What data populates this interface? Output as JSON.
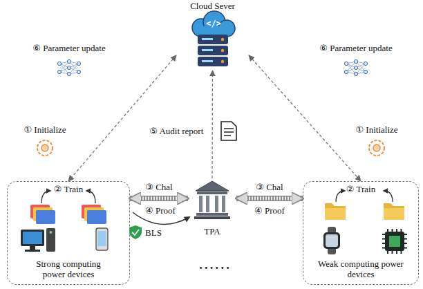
{
  "diagram": {
    "nodes": [
      {
        "text": [
          "Cloud Sever"
        ]
      },
      {
        "text": [
          "② Train",
          "Strong computing power devices"
        ]
      },
      {
        "text": [
          "TPA"
        ]
      },
      {
        "text": [
          "② Train",
          "Weak computing power devices"
        ]
      }
    ],
    "edges": [
      {
        "from": 0,
        "to": 1,
        "arrow": "both"
      },
      {
        "from": 0,
        "to": 3,
        "arrow": "both"
      },
      {
        "from": 2,
        "to": 0,
        "arrow": "to",
        "label": "⑤ Audit report"
      },
      {
        "from": 1,
        "to": 2,
        "arrow": "both",
        "label": "③ Chal"
      },
      {
        "from": 2,
        "to": 3,
        "arrow": "both",
        "label": "③ Chal"
      }
    ],
    "labels": [
      "⑥ Parameter update",
      "⑥ Parameter update",
      "① Initialize",
      "① Initialize",
      "④ Proof",
      "④ Proof",
      "BLS",
      "• • • • • •",
      "</>"
    ]
  }
}
